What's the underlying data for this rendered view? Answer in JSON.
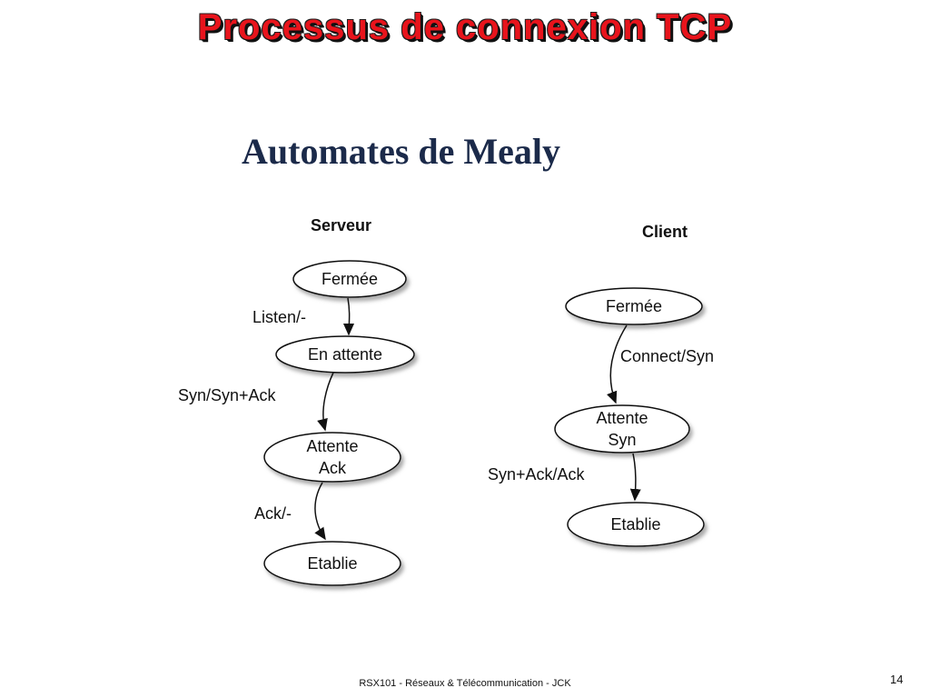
{
  "slide": {
    "title": "Processus de connexion TCP",
    "footer": "RSX101 - Réseaux & Télécommunication - JCK",
    "page_number": "14"
  },
  "diagram": {
    "heading": "Automates de Mealy",
    "server": {
      "title": "Serveur",
      "states": [
        {
          "line1": "Fermée",
          "line2": ""
        },
        {
          "line1": "En attente",
          "line2": ""
        },
        {
          "line1": "Attente",
          "line2": "Ack"
        },
        {
          "line1": "Etablie",
          "line2": ""
        }
      ],
      "transitions": [
        "Listen/-",
        "Syn/Syn+Ack",
        "Ack/-"
      ]
    },
    "client": {
      "title": "Client",
      "states": [
        {
          "line1": "Fermée",
          "line2": ""
        },
        {
          "line1": "Attente",
          "line2": "Syn"
        },
        {
          "line1": "Etablie",
          "line2": ""
        }
      ],
      "transitions": [
        "Connect/Syn",
        "Syn+Ack/Ack"
      ]
    }
  }
}
